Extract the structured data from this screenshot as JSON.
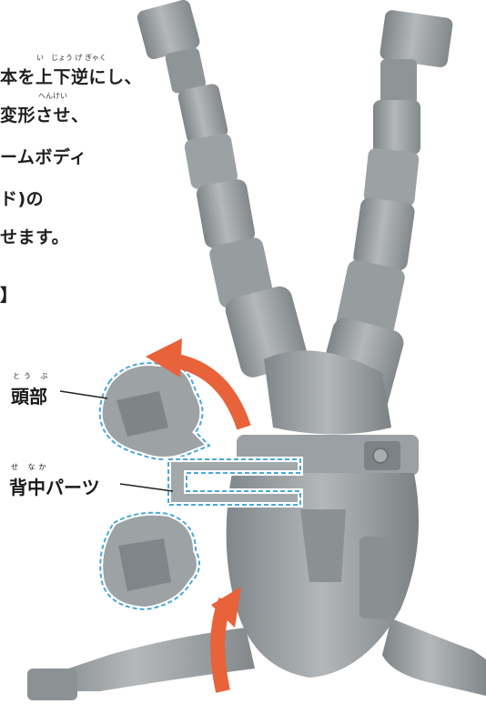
{
  "instructions": {
    "furigana_line1": "い　じょう げ ぎゃく",
    "line1": "本を上下逆にし、",
    "furigana_line2": "へんけい",
    "line2": "変形させ、",
    "line3": "ームボディ",
    "line4": "ド)の",
    "line5": "せます。",
    "bracket": "】"
  },
  "labels": {
    "head": {
      "text": "頭部",
      "furigana": "とう ぶ"
    },
    "back_part": {
      "text": "背中パーツ",
      "furigana": "せ なか"
    }
  },
  "colors": {
    "arrow": "#e8623a",
    "outline_blue": "#4aa8dc",
    "figure_light": "#a9aeb1",
    "figure_mid": "#8e9396",
    "figure_dark": "#6d7275"
  }
}
